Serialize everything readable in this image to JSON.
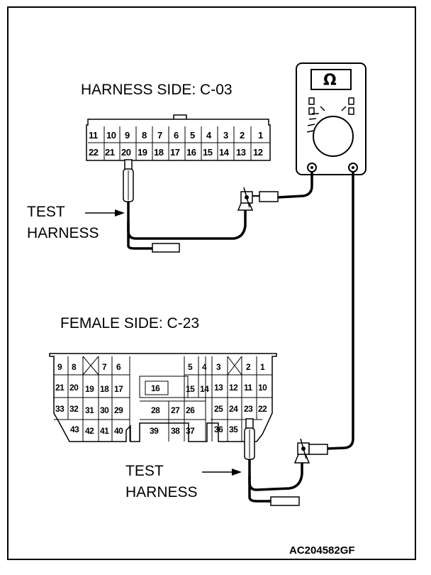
{
  "labels": {
    "harness_side": "HARNESS SIDE: C-03",
    "female_side": "FEMALE SIDE: C-23",
    "test_harness_top_line1": "TEST",
    "test_harness_top_line2": "HARNESS",
    "test_harness_bottom_line1": "TEST",
    "test_harness_bottom_line2": "HARNESS",
    "figure_code": "AC204582GF",
    "meter_symbol": "Ω"
  },
  "connector_c03": {
    "row1": [
      "11",
      "10",
      "9",
      "8",
      "7",
      "6",
      "5",
      "4",
      "3",
      "2",
      "1"
    ],
    "row2": [
      "22",
      "21",
      "20",
      "19",
      "18",
      "17",
      "16",
      "15",
      "14",
      "13",
      "12"
    ]
  },
  "connector_c23": {
    "row1": [
      "9",
      "8",
      "7",
      "6",
      "5",
      "4",
      "3",
      "2",
      "1"
    ],
    "row2": [
      "21",
      "20",
      "19",
      "18",
      "17",
      "16",
      "15",
      "14",
      "13",
      "12",
      "11",
      "10"
    ],
    "row3": [
      "33",
      "32",
      "31",
      "30",
      "29",
      "28",
      "27",
      "26",
      "25",
      "24",
      "23",
      "22"
    ],
    "row4": [
      "43",
      "42",
      "41",
      "40",
      "39",
      "38",
      "37",
      "36",
      "35"
    ]
  }
}
